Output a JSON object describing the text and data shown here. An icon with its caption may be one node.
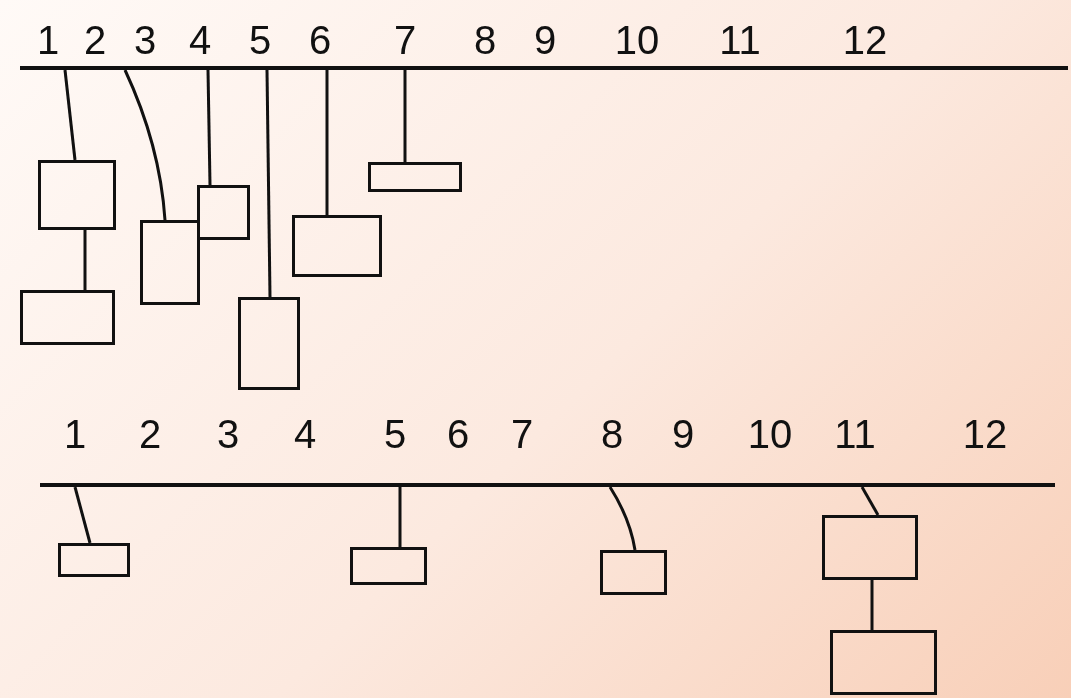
{
  "diagram": {
    "nodes": [
      {
        "text": [],
        "shape": "line"
      },
      {
        "text": [],
        "shape": "box"
      },
      {
        "text": [],
        "shape": "box"
      },
      {
        "text": [],
        "shape": "box"
      },
      {
        "text": [],
        "shape": "box"
      },
      {
        "text": [],
        "shape": "box"
      },
      {
        "text": [],
        "shape": "box"
      },
      {
        "text": [],
        "shape": "box"
      },
      {
        "text": [],
        "shape": "line"
      },
      {
        "text": [],
        "shape": "box"
      },
      {
        "text": [],
        "shape": "box"
      },
      {
        "text": [],
        "shape": "box"
      },
      {
        "text": [],
        "shape": "box"
      },
      {
        "text": [],
        "shape": "box"
      }
    ],
    "edges": [
      {
        "from": 0,
        "to": 1,
        "arrow": "none"
      },
      {
        "from": 1,
        "to": 2,
        "arrow": "none"
      },
      {
        "from": 0,
        "to": 3,
        "arrow": "none"
      },
      {
        "from": 0,
        "to": 4,
        "arrow": "none"
      },
      {
        "from": 0,
        "to": 5,
        "arrow": "none"
      },
      {
        "from": 0,
        "to": 6,
        "arrow": "none"
      },
      {
        "from": 0,
        "to": 7,
        "arrow": "none"
      },
      {
        "from": 8,
        "to": 9,
        "arrow": "none"
      },
      {
        "from": 8,
        "to": 10,
        "arrow": "none"
      },
      {
        "from": 8,
        "to": 11,
        "arrow": "none"
      },
      {
        "from": 8,
        "to": 12,
        "arrow": "none"
      },
      {
        "from": 12,
        "to": 13,
        "arrow": "none"
      }
    ],
    "labels": [
      "1",
      "2",
      "3",
      "4",
      "5",
      "6",
      "7",
      "8",
      "9",
      "10",
      "11",
      "12",
      "1",
      "2",
      "3",
      "4",
      "5",
      "6",
      "7",
      "8",
      "9",
      "10",
      "11",
      "12"
    ]
  }
}
